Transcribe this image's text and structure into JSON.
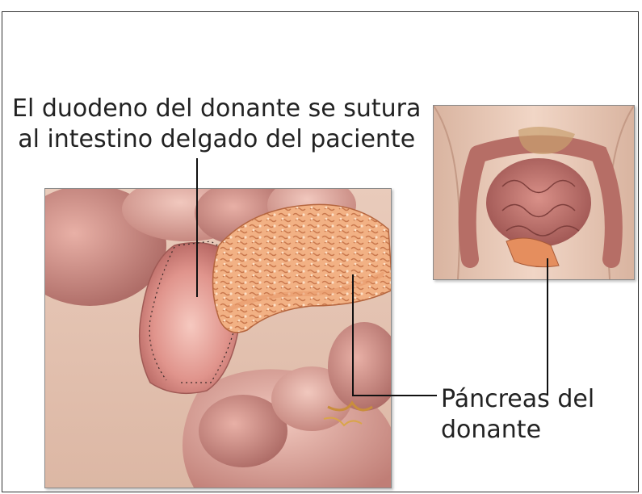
{
  "labels": {
    "duodeno_line1": "El duodeno del donante se sutura",
    "duodeno_line2": "al intestino delgado del paciente",
    "pancreas_line1": "Páncreas del",
    "pancreas_line2": "donante"
  },
  "illustrations": {
    "main": "donor-pancreas-transplant-closeup",
    "inset": "abdomen-overview-with-graft"
  },
  "colors": {
    "text": "#222222",
    "frame": "#333333",
    "tissue": "#e7c6b3",
    "pancreas": "#f0a97a",
    "intestine": "#c98278",
    "duodenum": "#d98c86"
  }
}
